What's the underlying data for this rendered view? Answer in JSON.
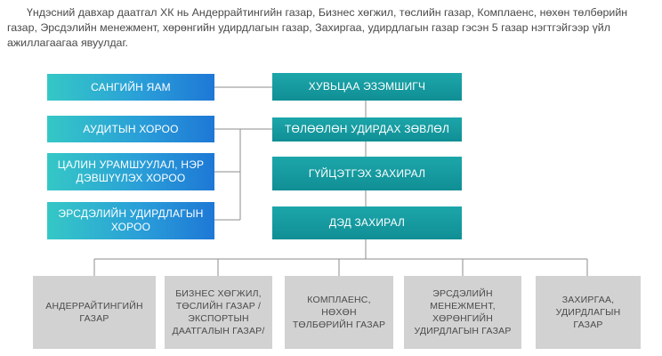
{
  "intro_text": "Үндэсний давхар даатгал ХК нь Андеррайтингийн газар, Бизнес хөгжил, төслийн газар, Комплаенс, нөхөн төлбөрийн газар, Эрсдэлийн менежмент, хөрөнгийн удирдлагын газар, Захиргаа, удирдлагын газар гэсэн 5 газар нэгтгэйгээр үйл ажиллагаагаа явуулдаг.",
  "left_boxes": {
    "ministry": "САНГИЙН ЯАМ",
    "audit": "АУДИТЫН ХОРОО",
    "salary": "ЦАЛИН УРАМШУУЛАЛ, НЭР ДЭВШҮҮЛЭХ ХОРОО",
    "risk": "ЭРСДЭЛИЙН УДИРДЛАГЫН ХОРОО"
  },
  "center_boxes": {
    "shareholder": "ХУВЬЦАА ЭЗЭМШИГЧ",
    "board": "ТӨЛӨӨЛӨН УДИРДАХ ЗӨВЛӨЛ",
    "ceo": "ГҮЙЦЭТГЭХ ЗАХИРАЛ",
    "deputy": "ДЭД ЗАХИРАЛ"
  },
  "departments": [
    "АНДЕРРАЙТИНГИЙН ГАЗАР",
    "БИЗНЕС ХӨГЖИЛ, ТӨСЛИЙН ГАЗАР /ЭКСПОРТЫН ДААТГАЛЫН ГАЗАР/",
    "КОМПЛАЕНС, НӨХӨН ТӨЛБӨРИЙН ГАЗАР",
    "ЭРСДЭЛИЙН МЕНЕЖМЕНТ, ХӨРӨНГИЙН УДИРДЛАГЫН ГАЗАР",
    "ЗАХИРГАА, УДИРДЛАГЫН ГАЗАР"
  ],
  "colors": {
    "center_box": "#1ca6aa",
    "left_box_gradient": [
      "#35c8c6",
      "#1e78d6"
    ],
    "department_box": "#d2d2d2",
    "connector": "#8c8c8c"
  }
}
